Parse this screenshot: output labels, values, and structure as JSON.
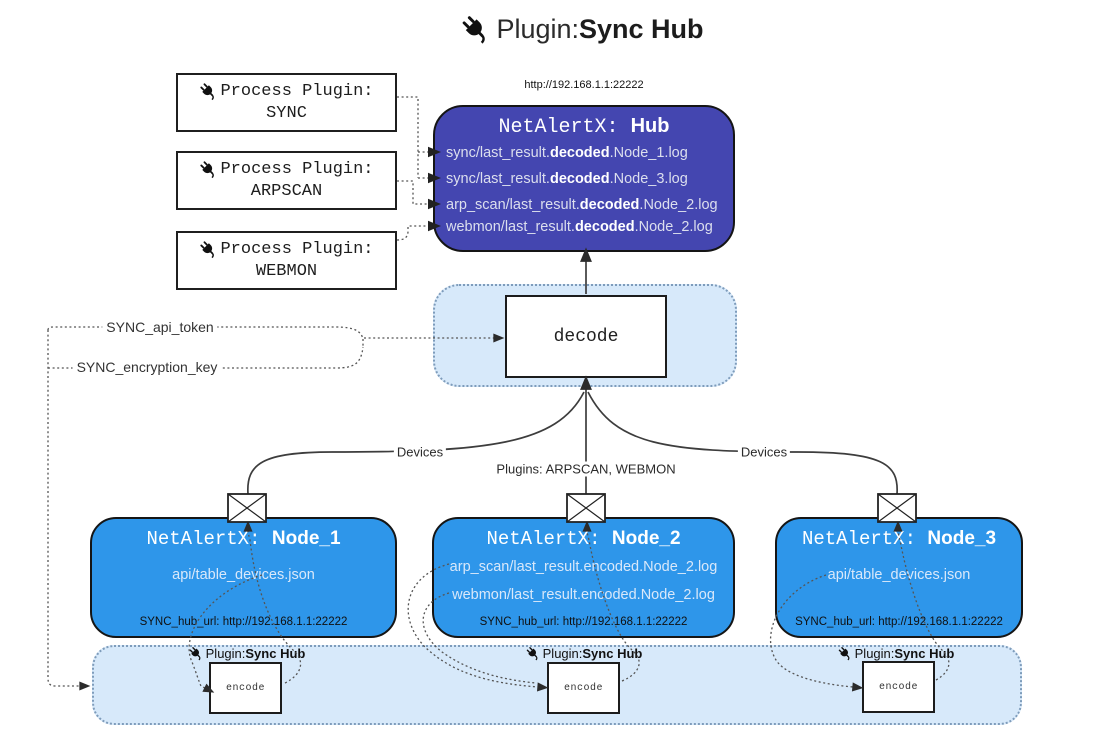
{
  "title": {
    "icon": "plug-icon",
    "prefix": "Plugin: ",
    "bold": "Sync Hub"
  },
  "hub": {
    "url": "http://192.168.1.1:22222",
    "name_prefix": "NetAlertX: ",
    "name_bold": "Hub",
    "logs": [
      {
        "pre": "sync/last_result.",
        "bold": "decoded",
        "post": ".Node_1.log"
      },
      {
        "pre": "sync/last_result.",
        "bold": "decoded",
        "post": ".Node_3.log"
      },
      {
        "pre": "arp_scan/last_result.",
        "bold": "decoded",
        "post": ".Node_2.log"
      },
      {
        "pre": "webmon/last_result.",
        "bold": "decoded",
        "post": ".Node_2.log"
      }
    ]
  },
  "process_plugins": [
    {
      "label": "Process Plugin:",
      "name": "SYNC"
    },
    {
      "label": "Process Plugin:",
      "name": "ARPSCAN"
    },
    {
      "label": "Process Plugin:",
      "name": "WEBMON"
    }
  ],
  "decode_label": "decode",
  "config_labels": {
    "api_token": "SYNC_api_token",
    "encryption_key": "SYNC_encryption_key"
  },
  "edge_labels": {
    "devices_left": "Devices",
    "plugins_center": "Plugins: ARPSCAN, WEBMON",
    "devices_right": "Devices"
  },
  "nodes": [
    {
      "name_prefix": "NetAlertX: ",
      "name_bold": "Node_1",
      "lines": [
        "api/table_devices.json"
      ],
      "footer": "SYNC_hub_url: http://192.168.1.1:22222"
    },
    {
      "name_prefix": "NetAlertX: ",
      "name_bold": "Node_2",
      "lines": [
        "arp_scan/last_result.encoded.Node_2.log",
        "webmon/last_result.encoded.Node_2.log"
      ],
      "footer": "SYNC_hub_url: http://192.168.1.1:22222"
    },
    {
      "name_prefix": "NetAlertX: ",
      "name_bold": "Node_3",
      "lines": [
        "api/table_devices.json"
      ],
      "footer": "SYNC_hub_url: http://192.168.1.1:22222"
    }
  ],
  "encoders": [
    {
      "label_prefix": "Plugin: ",
      "label_bold": "Sync Hub",
      "box_label": "encode"
    },
    {
      "label_prefix": "Plugin: ",
      "label_bold": "Sync Hub",
      "box_label": "encode"
    },
    {
      "label_prefix": "Plugin: ",
      "label_bold": "Sync Hub",
      "box_label": "encode"
    }
  ],
  "colors": {
    "hub_fill": "#4446b0",
    "node_fill": "#2e96ea",
    "band_fill": "#d7e9fa",
    "band_border": "#7e9cbb",
    "connector": "#3d3d3d",
    "dotted": "#555555"
  }
}
